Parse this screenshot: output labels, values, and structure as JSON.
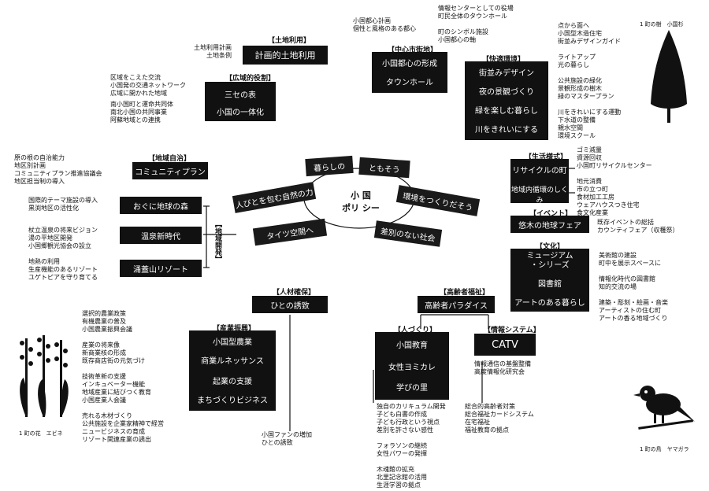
{
  "center": {
    "line1": "小 国",
    "line2": "ポリ シー"
  },
  "petals": {
    "top_left": "暮らしの",
    "top_right": "ともそう",
    "left": "人びとを包む自然の力",
    "right": "環境をつくりだそう",
    "bottom_left": "タイツ空間へ",
    "bottom_right": "差別のない社会"
  },
  "land_use": {
    "header": "【土地利用】",
    "box": "計画的土地利用",
    "notes": "土地利用計画\n土地条例"
  },
  "regional": {
    "header": "【広域的役割】",
    "boxes": [
      "三セの表",
      "小国の一体化"
    ],
    "notes1": "区域をこえた交流\n小国発の交通ネットワーク\n広域に開かれた地域",
    "notes2": "南小国町と運命共同体\n南北小国の共同事業\n阿蘇地域との連携"
  },
  "central_district": {
    "header": "【中心市街地】",
    "boxes": [
      "小国都心の形成",
      "タウンホール"
    ],
    "notes_left": "小国都心計画\n個性と風格のある都心",
    "notes_right": "情報センターとしての役場\n町民全体のタウンホール\n\n町のシンボル施設\n小国都心の軸"
  },
  "comfort_env": {
    "header": "【快適環境】",
    "items": [
      "街並みデザイン",
      "夜の景観づくり",
      "緑を楽しむ暮らし",
      "川をきれいにする"
    ],
    "notes": "点から面へ\n小国型木造住宅\n街並みデザインガイド\n\nライトアップ\n光の暮らし\n\n公共施設の緑化\n景観形成の樹木\n緑のマスタープラン\n\n川をきれいにする運動\n下水道の整備\n親水空間\n環境スクール"
  },
  "tree_caption": "1 町の樹　小国杉",
  "local_autonomy": {
    "header": "【地域自治】",
    "box": "コミュニティプラン",
    "notes": "原の根の自治能力\n地区別計画\nコミュニティプラン推進協議会\n地区担当制の導入"
  },
  "regional_dev": {
    "header": "【地域開発】",
    "boxes": [
      "おぐに地球の森",
      "温泉新時代",
      "涌蓋山リゾート"
    ],
    "notes1": "国際的テーマ施設の導入\n黒渕地区の活性化",
    "notes2": "杖立温泉の将来ビジョン\n湯の平地区開発\n小国郷観光協会の設立",
    "notes3": "地熱の利用\n生産機能のあるリゾート\nユゲトピアを守り育てる"
  },
  "lifestyle": {
    "header": "【生活様式】",
    "items": [
      "リサイクルの町",
      "地域内循環のしくみ"
    ],
    "notes": "ゴミ減量\n資源回収\n小国町リサイクルセンター\n\n地元消費\n市の立つ町\n食材加工工房\nウェアハウスつき住宅\n食文化産業"
  },
  "event": {
    "header": "【イベント】",
    "box": "悠木の地球フェア",
    "notes": "既存イベントの総括\nカウンティフェア（収穫祭）"
  },
  "culture": {
    "header": "【文化】",
    "items": [
      "ミュージアム\n・シリーズ",
      "図書館",
      "アートのある暮らし"
    ],
    "notes": "美術館の建設\n町中を展示スペースに\n\n情報化時代の図書館\n知的交流の場\n\n建築・彫刻・絵画・音楽\nアーティストの住む町\nアートの香る地域づくり"
  },
  "human_res": {
    "header": "【人材確保】",
    "box": "ひとの誘致",
    "notes": "小国ファンの増加\nひとの誘致"
  },
  "industry": {
    "header": "【産業振興】",
    "items": [
      "小国型農業",
      "商業ルネッサンス",
      "起業の支援",
      "まちづくりビジネス"
    ],
    "notes": "選択的農業政策\n有機農業の普及\n小国農業振興会議\n\n産業の将来像\n新商業核の形成\n既存商店街の元気づけ\n\n技術革新の支援\nインキュベーター機能\n地域産業に結びつく教育\n小国産業人会議\n\n売れる木材づくり\n公共施設を企業家精神で経営\nニュービジネスの育成\nリゾート関連産業の誘出"
  },
  "flower_caption": "1 町の花　エビネ",
  "elderly": {
    "header": "【高齢者福祉】",
    "box": "高齢者パラダイス",
    "notes": "総合的高齢者対策\n総合福祉カードシステム\n在宅福祉\n福祉教育の拠点"
  },
  "education": {
    "header": "【人づくり】",
    "items": [
      "小国教育",
      "女性ヨミカレ",
      "学びの里"
    ],
    "notes": "独自のカリキュラム開発\n子ども白書の作成\n子ども行政という視点\n差別を許さない感性\n\nフォラソンの継続\n女性パワーの発揮\n\n木魂館の拡充\n北里記念館の活用\n生涯学習の拠点"
  },
  "info_sys": {
    "header": "【情報システム】",
    "box": "CATV",
    "notes": "情報通信の基盤整備\n高度情報化研究会"
  },
  "bird_caption": "1 町の鳥　ヤマガラ"
}
